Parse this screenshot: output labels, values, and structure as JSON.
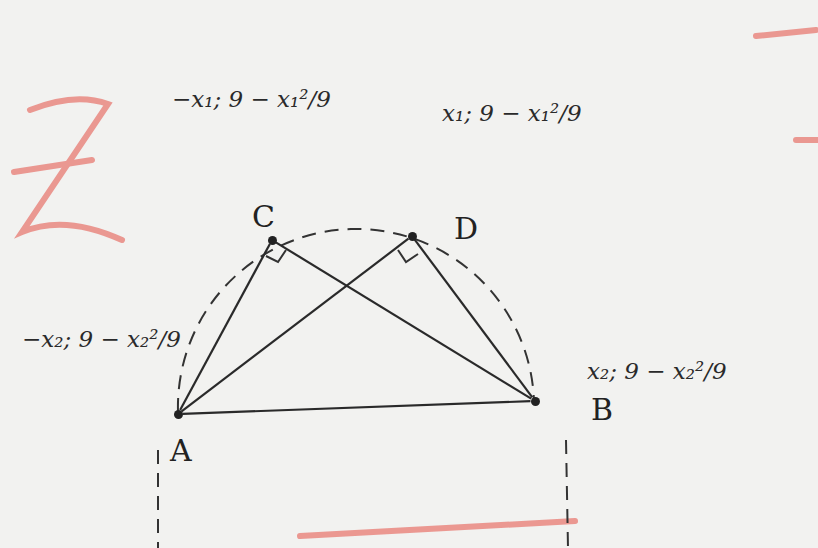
{
  "diagram": {
    "nodes": [
      {
        "text": [
          "C"
        ]
      },
      {
        "text": [
          "D"
        ]
      },
      {
        "text": [
          "A"
        ]
      },
      {
        "text": [
          "B"
        ]
      }
    ],
    "edges": [
      {
        "from": 2,
        "to": 0,
        "arrow": "none"
      },
      {
        "from": 2,
        "to": 1,
        "arrow": "none"
      },
      {
        "from": 0,
        "to": 3,
        "arrow": "none"
      },
      {
        "from": 1,
        "to": 3,
        "arrow": "none"
      },
      {
        "from": 2,
        "to": 3,
        "arrow": "none"
      }
    ],
    "labels": [
      "−x₁; 9 − x₁²/9",
      "x₁; 9 − x₁²/9",
      "−x₂; 9 − x₂²/9",
      "x₂; 9 − x₂²/9"
    ]
  }
}
